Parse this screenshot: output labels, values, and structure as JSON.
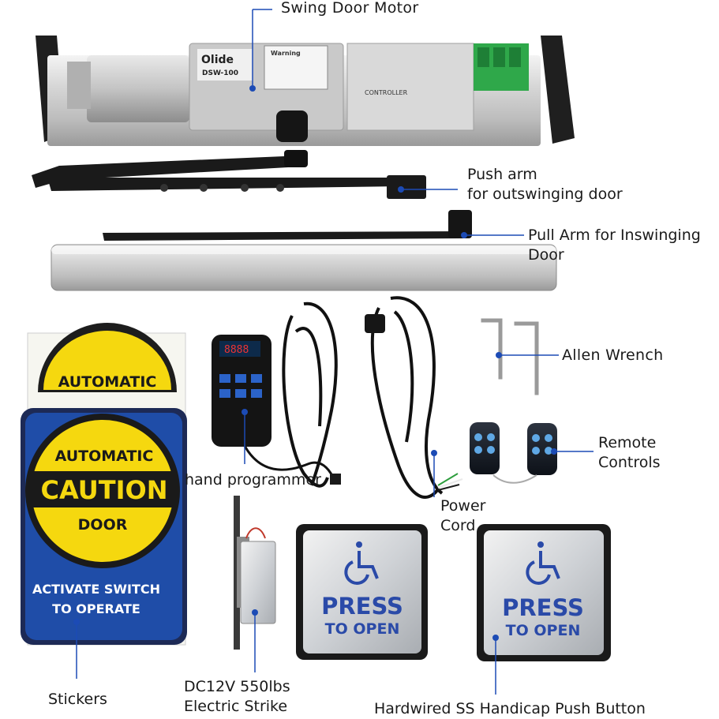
{
  "callouts": {
    "swing_door_motor": "Swing  Door  Motor",
    "push_arm": "Push arm\nfor outswinging door",
    "pull_arm": "Pull Arm for Inswinging\nDoor",
    "allen_wrench": "Allen  Wrench",
    "remote_controls": "Remote\nControls",
    "hand_programmer": "hand programmer",
    "power_cord": "Power\nCord",
    "stickers": "Stickers",
    "electric_strike": "DC12V 550lbs\nElectric Strike",
    "push_button": "Hardwired SS Handicap Push Button"
  },
  "motor": {
    "brand": "Olide",
    "model": "DSW-100",
    "warning_title": "Warning",
    "controller_label": "CONTROLLER"
  },
  "hand_programmer_device": {
    "display": "8888"
  },
  "stickers": {
    "small_top": "AUTOMATIC",
    "large_top": "AUTOMATIC",
    "large_middle": "CAUTION",
    "large_bottom": "DOOR",
    "instruction_line1": "ACTIVATE SWITCH",
    "instruction_line2": "TO OPERATE"
  },
  "push_buttons": [
    {
      "line1": "PRESS",
      "line2": "TO OPEN"
    },
    {
      "line1": "PRESS",
      "line2": "TO OPEN"
    }
  ],
  "colors": {
    "sticker_yellow": "#f5d80f",
    "sticker_blue": "#1f4da8",
    "press_text": "#2a4aa8",
    "callout_dot": "#1c4bb5"
  }
}
